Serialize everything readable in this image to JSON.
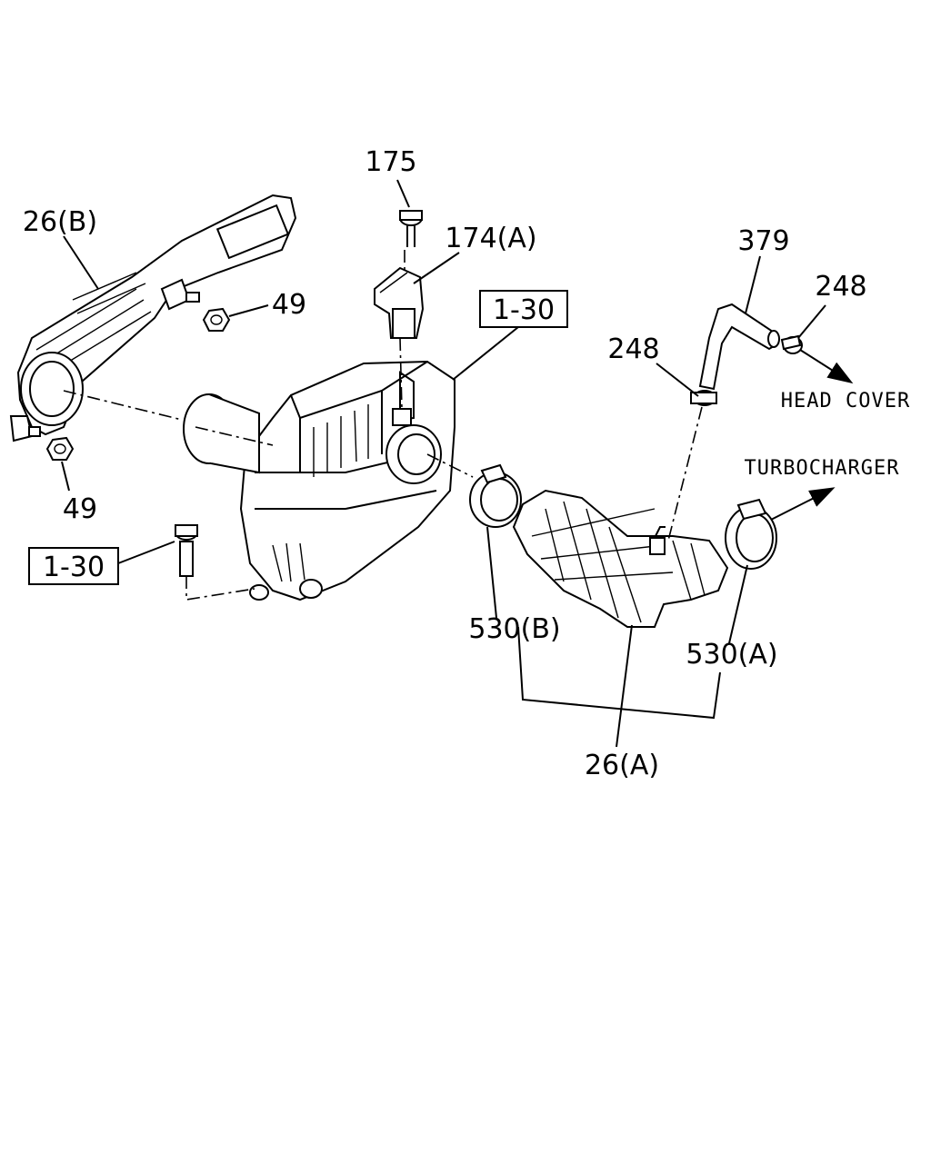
{
  "labels": {
    "p175": "175",
    "p174a": "174(A)",
    "p26b": "26(B)",
    "p49_top": "49",
    "p49_bottom": "49",
    "p379": "379",
    "p248_right": "248",
    "p248_left": "248",
    "p530b": "530(B)",
    "p530a": "530(A)",
    "p26a": "26(A)"
  },
  "refs": {
    "ref_top": "1-30",
    "ref_left": "1-30"
  },
  "notes": {
    "head_cover": "HEAD COVER",
    "turbocharger": "TURBOCHARGER"
  }
}
